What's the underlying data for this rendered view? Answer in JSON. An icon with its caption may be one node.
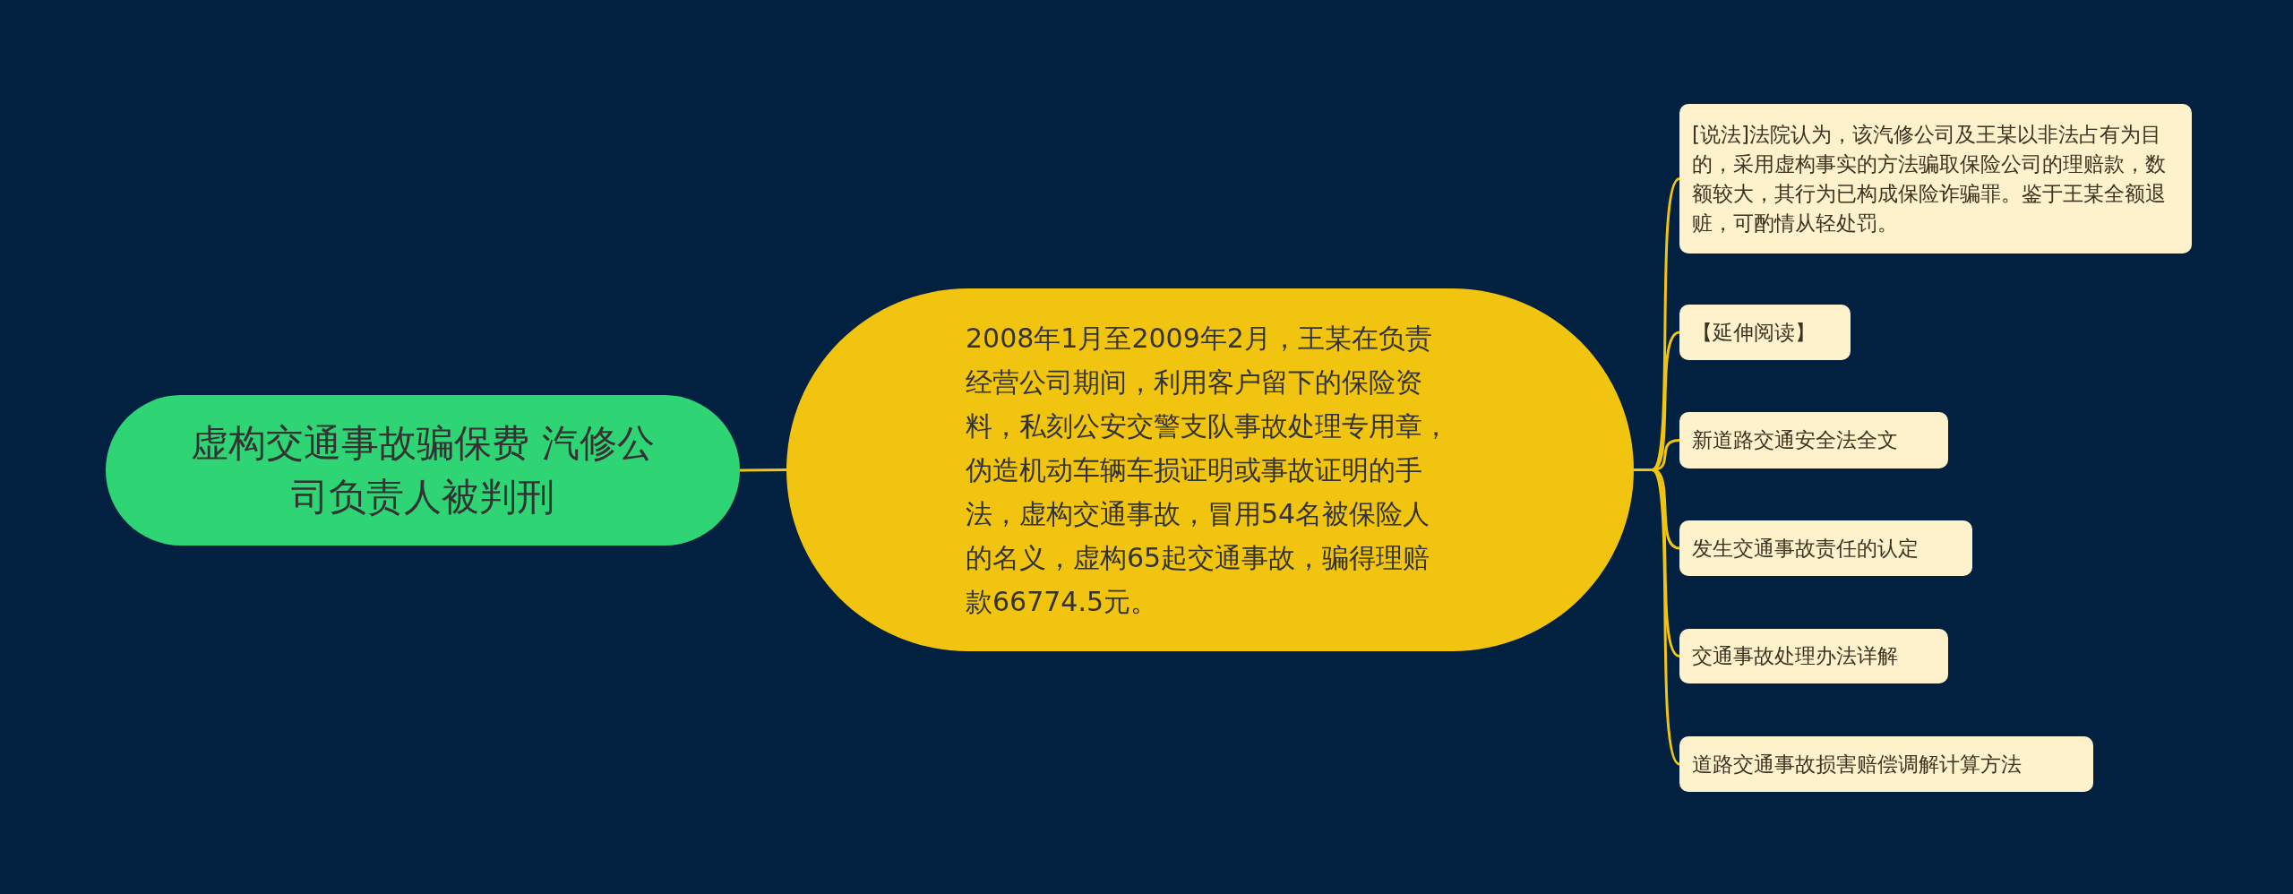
{
  "diagram": {
    "nodes": [
      {
        "text": [
          "虚构交通事故骗保费 汽修公司负责人被判刑"
        ]
      },
      {
        "text": [
          "2008年1月至2009年2月，王某在负责经营公司期间，利用客户留下的保险资料，私刻公安交警支队事故处理专用章，伪造机动车辆车损证明或事故证明的手法，虚构交通事故，冒用54名被保险人的名义，虚构65起交通事故，骗得理赔款66774.5元。"
        ]
      },
      {
        "text": [
          "[说法]法院认为，该汽修公司及王某以非法占有为目的，采用虚构事实的方法骗取保险公司的理赔款，数额较大，其行为已构成保险诈骗罪。鉴于王某全额退赃，可酌情从轻处罚。"
        ]
      },
      {
        "text": [
          "【延伸阅读】"
        ]
      },
      {
        "text": [
          "新道路交通安全法全文"
        ]
      },
      {
        "text": [
          "发生交通事故责任的认定"
        ]
      },
      {
        "text": [
          "交通事故处理办法详解"
        ]
      },
      {
        "text": [
          "道路交通事故损害赔偿调解计算方法"
        ]
      }
    ],
    "edges": [
      {
        "from": 0,
        "to": 1,
        "arrow": "none"
      },
      {
        "from": 1,
        "to": 2,
        "arrow": "none"
      },
      {
        "from": 1,
        "to": 3,
        "arrow": "none"
      },
      {
        "from": 1,
        "to": 4,
        "arrow": "none"
      },
      {
        "from": 1,
        "to": 5,
        "arrow": "none"
      },
      {
        "from": 1,
        "to": 6,
        "arrow": "none"
      },
      {
        "from": 1,
        "to": 7,
        "arrow": "none"
      }
    ]
  }
}
